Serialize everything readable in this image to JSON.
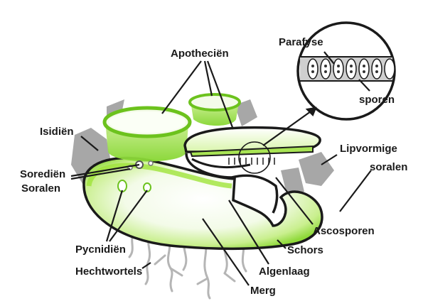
{
  "labels": {
    "apothecien": "Apotheciën",
    "parafyse": "Parafyse",
    "sporen": "sporen",
    "isidien": "Isidiën",
    "soredien": "Sorediën",
    "soralen": "Soralen",
    "lipvormige": "Lipvormige",
    "soralen_lip": "soralen",
    "ascosporen": "Ascosporen",
    "pycnidien": "Pycnidiën",
    "schors": "Schors",
    "hechtwortels": "Hechtwortels",
    "algenlaag": "Algenlaag",
    "merg": "Merg"
  },
  "colors": {
    "algae_green": "#9fe33a",
    "light_green": "#dff7b8",
    "outline": "#1a1a1a",
    "isidia_gray": "#7d7d7d"
  }
}
